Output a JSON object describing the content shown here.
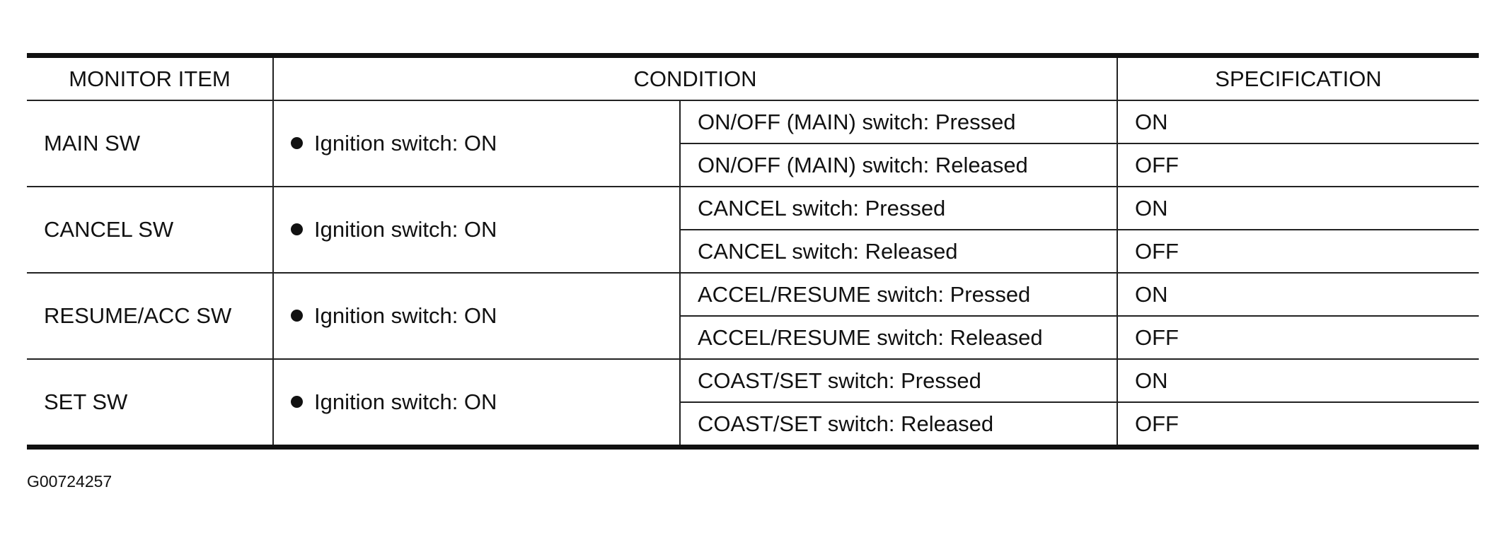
{
  "table": {
    "headers": [
      "MONITOR ITEM",
      "CONDITION",
      "SPECIFICATION"
    ],
    "rows": [
      {
        "item": "MAIN SW",
        "base_condition": "Ignition switch: ON",
        "states": [
          {
            "condition": "ON/OFF (MAIN) switch: Pressed",
            "spec": "ON"
          },
          {
            "condition": "ON/OFF (MAIN) switch: Released",
            "spec": "OFF"
          }
        ]
      },
      {
        "item": "CANCEL SW",
        "base_condition": "Ignition switch: ON",
        "states": [
          {
            "condition": "CANCEL switch: Pressed",
            "spec": "ON"
          },
          {
            "condition": "CANCEL switch: Released",
            "spec": "OFF"
          }
        ]
      },
      {
        "item": "RESUME/ACC SW",
        "base_condition": "Ignition switch: ON",
        "states": [
          {
            "condition": "ACCEL/RESUME switch: Pressed",
            "spec": "ON"
          },
          {
            "condition": "ACCEL/RESUME switch: Released",
            "spec": "OFF"
          }
        ]
      },
      {
        "item": "SET SW",
        "base_condition": "Ignition switch: ON",
        "states": [
          {
            "condition": "COAST/SET switch: Pressed",
            "spec": "ON"
          },
          {
            "condition": "COAST/SET switch: Released",
            "spec": "OFF"
          }
        ]
      }
    ]
  },
  "footnote": "G00724257"
}
